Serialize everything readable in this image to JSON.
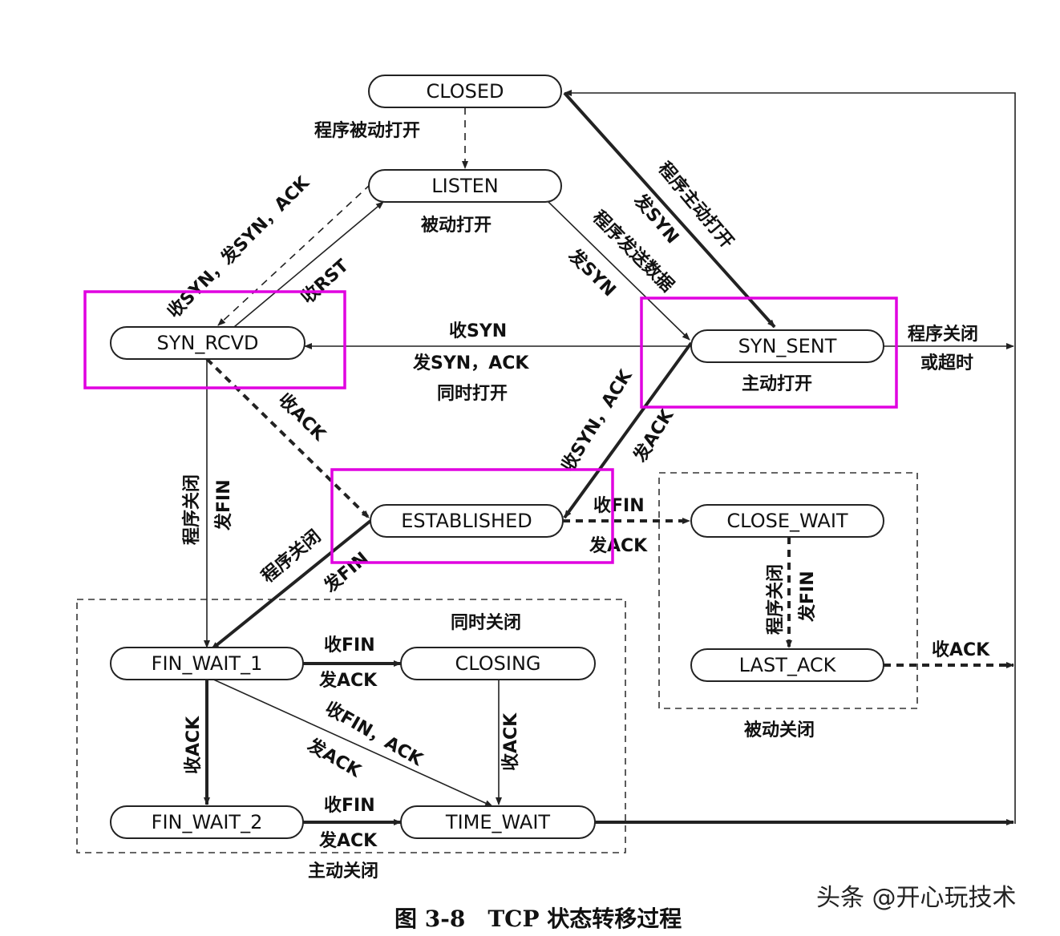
{
  "states": {
    "closed": "CLOSED",
    "listen": "LISTEN",
    "syn_rcvd": "SYN_RCVD",
    "syn_sent": "SYN_SENT",
    "established": "ESTABLISHED",
    "close_wait": "CLOSE_WAIT",
    "last_ack": "LAST_ACK",
    "fin_wait_1": "FIN_WAIT_1",
    "closing": "CLOSING",
    "fin_wait_2": "FIN_WAIT_2",
    "time_wait": "TIME_WAIT"
  },
  "labels": {
    "passive_open_prog": "程序被动打开",
    "passive_open": "被动打开",
    "active_open_prog": "程序主动打开",
    "send_syn": "发SYN",
    "prog_send_data": "程序发送数据",
    "send_syn_2": "发SYN",
    "recv_syn_send_synack": "收SYN，发SYN，ACK",
    "recv_rst": "收RST",
    "recv_syn": "收SYN",
    "send_synack": "发SYN，ACK",
    "simul_open": "同时打开",
    "active_open": "主动打开",
    "prog_close_timeout_1": "程序关闭",
    "prog_close_timeout_2": "或超时",
    "recv_ack_1": "收ACK",
    "recv_synack_send_ack_1": "收SYN，ACK",
    "recv_synack_send_ack_2": "发ACK",
    "prog_close_send_fin_left_1": "程序关闭",
    "prog_close_send_fin_left_2": "发FIN",
    "prog_close_est_1": "程序关闭",
    "prog_close_est_2": "发FIN",
    "recv_fin_est": "收FIN",
    "send_ack_est": "发ACK",
    "prog_close_cw_1": "程序关闭",
    "prog_close_cw_2": "发FIN",
    "recv_ack_last": "收ACK",
    "passive_close": "被动关闭",
    "simul_close": "同时关闭",
    "recv_fin_fw1": "收FIN",
    "send_ack_fw1": "发ACK",
    "recv_ack_fw1": "收ACK",
    "recv_finack_1": "收FIN，ACK",
    "recv_finack_2": "发ACK",
    "recv_ack_closing": "收ACK",
    "recv_fin_fw2": "收FIN",
    "send_ack_fw2": "发ACK",
    "active_close": "主动关闭"
  },
  "caption": "图 3-8　TCP 状态转移过程",
  "watermark": "头条 @开心玩技术",
  "colors": {
    "highlight": "#e000e0",
    "line": "#222222"
  }
}
